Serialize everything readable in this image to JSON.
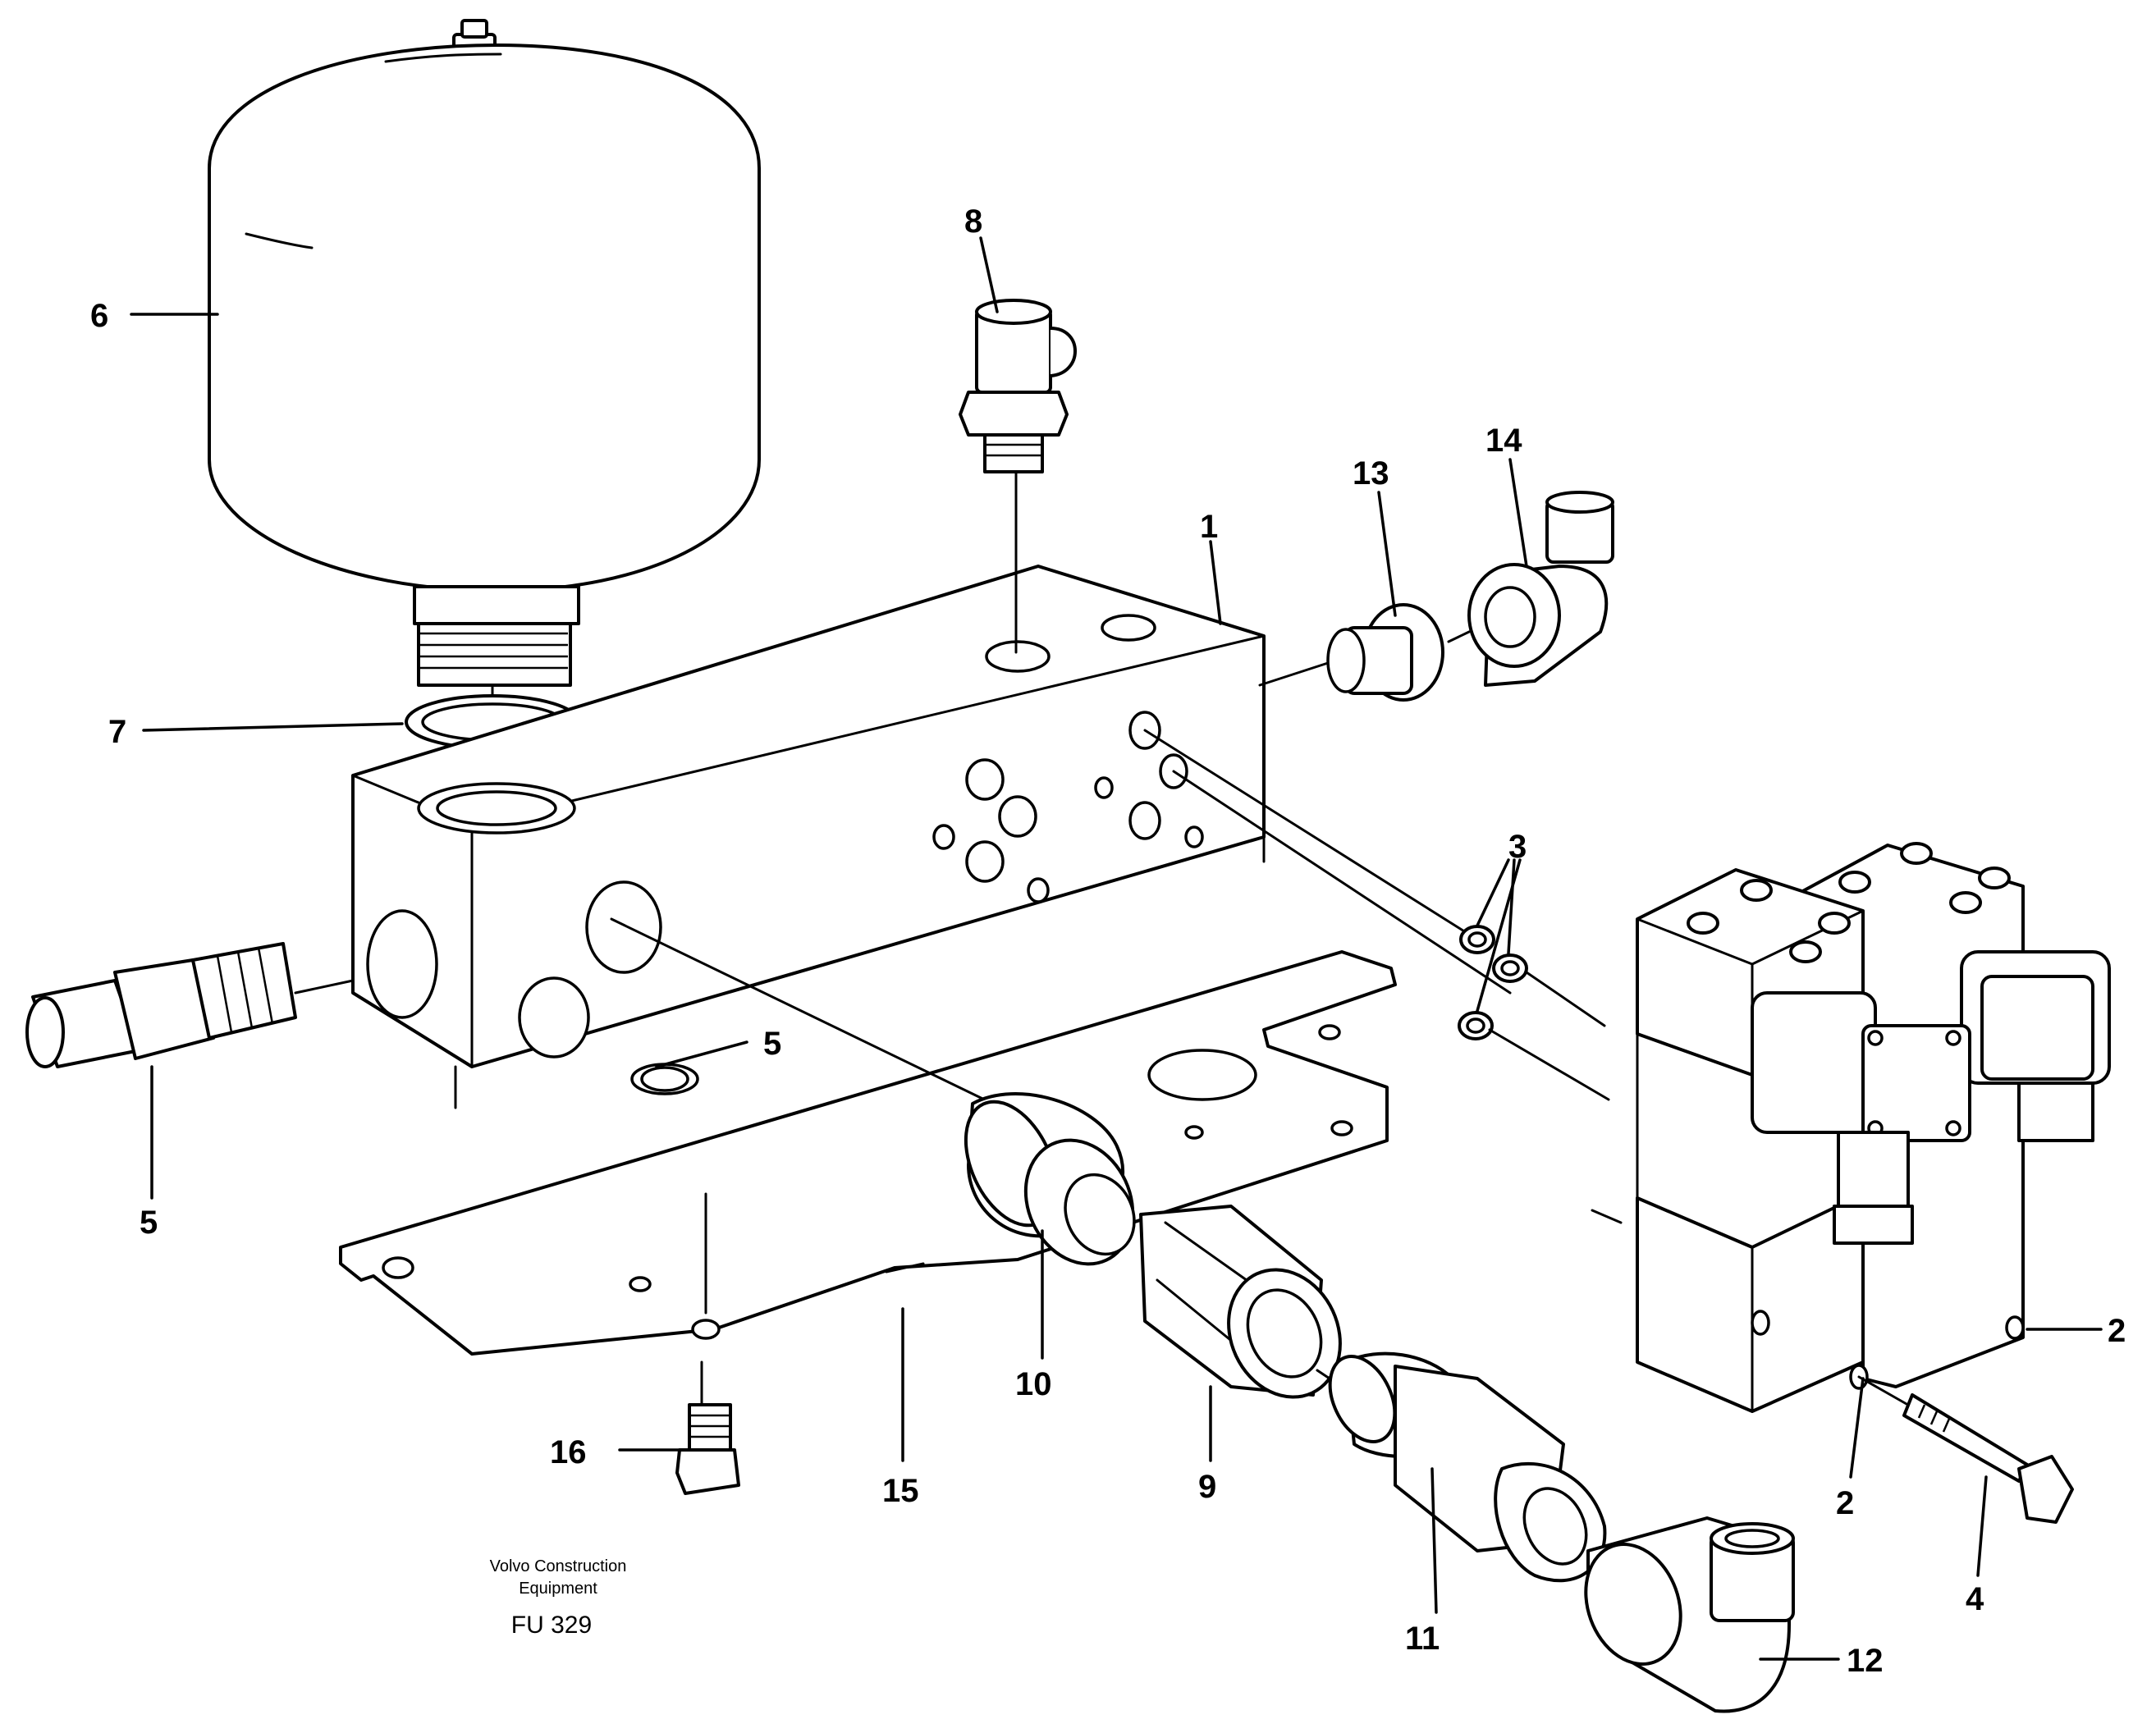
{
  "callouts": {
    "c1": "1",
    "c2a": "2",
    "c2b": "2",
    "c3": "3",
    "c4": "4",
    "c5a": "5",
    "c5b": "5",
    "c6": "6",
    "c7": "7",
    "c8": "8",
    "c9": "9",
    "c10": "10",
    "c11": "11",
    "c12": "12",
    "c13": "13",
    "c14": "14",
    "c15": "15",
    "c16": "16"
  },
  "footer": {
    "company_line1": "Volvo Construction",
    "company_line2": "Equipment",
    "code": "FU 329"
  }
}
